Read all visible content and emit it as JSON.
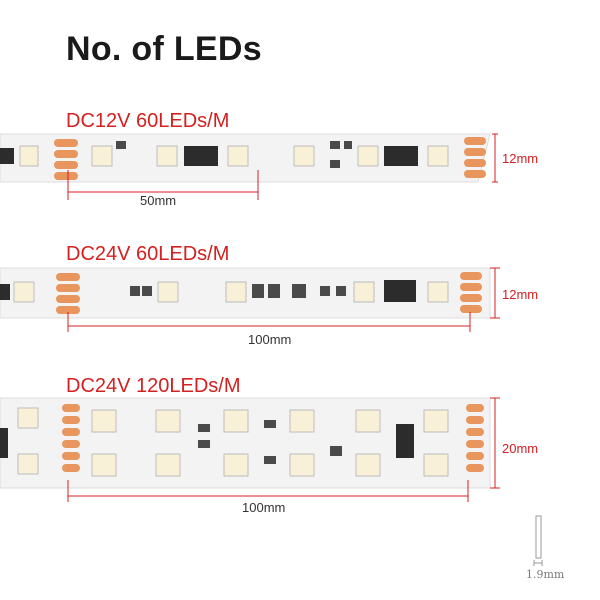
{
  "title": "No. of LEDs",
  "strips": [
    {
      "label": "DC12V 60LEDs/M",
      "length": "50mm",
      "width": "12mm"
    },
    {
      "label": "DC24V 60LEDs/M",
      "length": "100mm",
      "width": "12mm"
    },
    {
      "label": "DC24V 120LEDs/M",
      "length": "100mm",
      "width": "20mm"
    }
  ],
  "thickness": "1.9mm",
  "colors": {
    "accent": "#d42020",
    "pad": "#e8955e",
    "chip": "#2c2c2c",
    "pcb": "#f2f2f2"
  }
}
